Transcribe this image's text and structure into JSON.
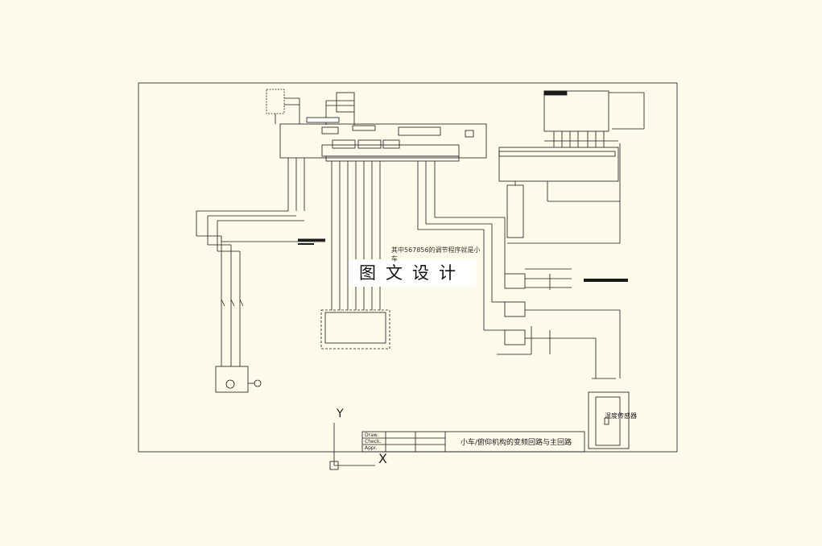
{
  "watermark": "图文设计",
  "note": "其中567856的调节程序就是小车",
  "title_block": {
    "rows": [
      "Draw.",
      "Check.",
      "Appr."
    ],
    "title": "小车/俯仰机构的变频回路与主回路"
  },
  "sensor_label": "温度传感器",
  "ucs": {
    "x_label": "X",
    "y_label": "Y"
  },
  "colors": {
    "background": "#fdfbea",
    "line": "#1a1a1a"
  }
}
